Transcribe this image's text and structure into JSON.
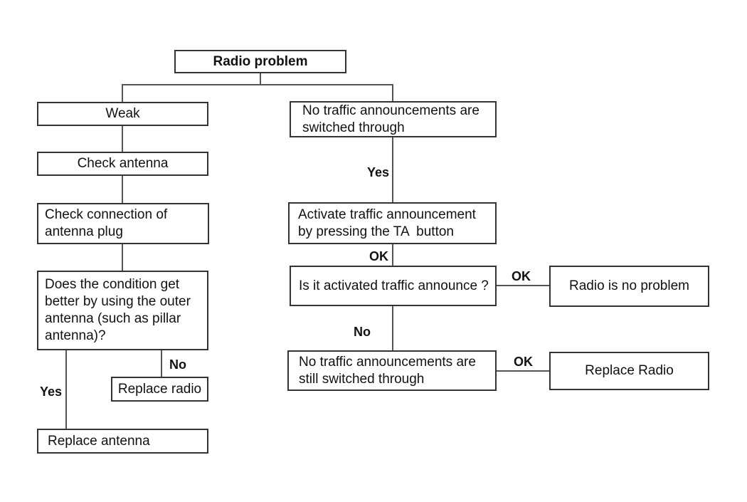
{
  "diagram": {
    "type": "flowchart",
    "title": "Radio problem",
    "colors": {
      "background": "#ffffff",
      "box_border": "#333333",
      "connector": "#555555",
      "text": "#111111"
    },
    "nodes": {
      "radio_problem": "Radio problem",
      "weak": "Weak",
      "check_antenna": "Check antenna",
      "check_connection": "Check connection of\nantenna plug",
      "does_condition": "Does the condition get\nbetter by using the outer\nantenna (such as pillar\nantenna)?",
      "replace_radio": "Replace radio",
      "replace_antenna": "Replace antenna",
      "no_traffic": "No traffic announcements are\nswitched through",
      "activate_traffic": "Activate traffic announcement\nby pressing the TA  button",
      "is_activated": "Is it activated traffic announce ?",
      "radio_no_problem": "Radio is no problem",
      "no_traffic_still": "No traffic announcements are\nstill switched through",
      "replace_radio_final": "Replace Radio"
    },
    "edges": [
      {
        "from": "radio_problem",
        "to": "weak",
        "label": ""
      },
      {
        "from": "radio_problem",
        "to": "no_traffic",
        "label": ""
      },
      {
        "from": "weak",
        "to": "check_antenna",
        "label": ""
      },
      {
        "from": "check_antenna",
        "to": "check_connection",
        "label": ""
      },
      {
        "from": "check_connection",
        "to": "does_condition",
        "label": ""
      },
      {
        "from": "does_condition",
        "to": "replace_radio",
        "label": "No"
      },
      {
        "from": "does_condition",
        "to": "replace_antenna",
        "label": "Yes"
      },
      {
        "from": "no_traffic",
        "to": "activate_traffic",
        "label": "Yes"
      },
      {
        "from": "activate_traffic",
        "to": "is_activated",
        "label": "OK"
      },
      {
        "from": "is_activated",
        "to": "radio_no_problem",
        "label": "OK"
      },
      {
        "from": "is_activated",
        "to": "no_traffic_still",
        "label": "No"
      },
      {
        "from": "no_traffic_still",
        "to": "replace_radio_final",
        "label": "OK"
      }
    ]
  }
}
